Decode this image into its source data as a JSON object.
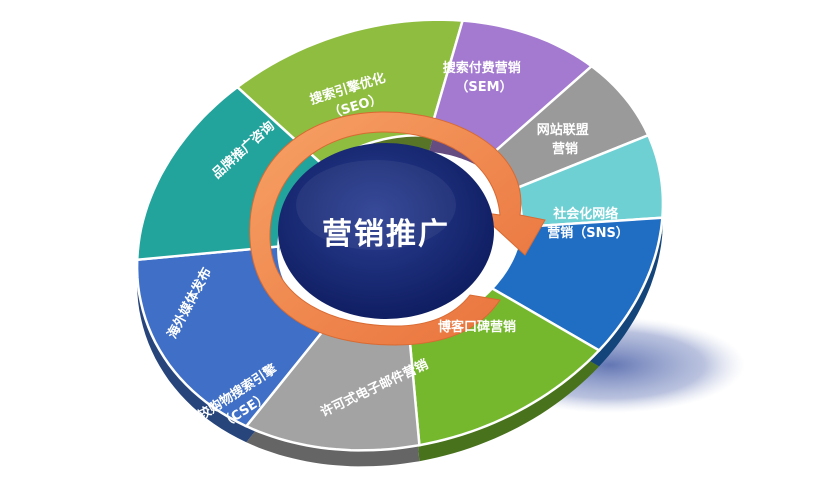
{
  "center": {
    "label": "营销推广"
  },
  "segments": [
    {
      "id": "seo",
      "lines": [
        "搜索引擎优化",
        "（SEO）"
      ],
      "color": "#8ebd3f",
      "rotate": -17
    },
    {
      "id": "sem",
      "lines": [
        "搜索付费营销",
        "（SEM）"
      ],
      "color": "#a37ad0",
      "rotate": 0
    },
    {
      "id": "alliance",
      "lines": [
        "网站联盟",
        "营销"
      ],
      "color": "#9a9a9a",
      "rotate": 0
    },
    {
      "id": "sns",
      "lines": [
        "社会化网络",
        "营销（SNS）"
      ],
      "color": "#6fd0d4",
      "rotate": 0
    },
    {
      "id": "blog",
      "lines": [
        "博客口碑营销"
      ],
      "color": "#1f6ec4",
      "rotate": 0
    },
    {
      "id": "email",
      "lines": [
        "许可式电子邮件营销"
      ],
      "color": "#75b82e",
      "rotate": -25
    },
    {
      "id": "cse",
      "lines": [
        "比较购物搜索引擎",
        "（CSE）"
      ],
      "color": "#a3a3a3",
      "rotate": -33
    },
    {
      "id": "media",
      "lines": [
        "海外媒体发布"
      ],
      "color": "#3f6fc6",
      "rotate": -62
    },
    {
      "id": "brand",
      "lines": [
        "品牌推广咨询"
      ],
      "color": "#22a39b",
      "rotate": -42
    }
  ]
}
